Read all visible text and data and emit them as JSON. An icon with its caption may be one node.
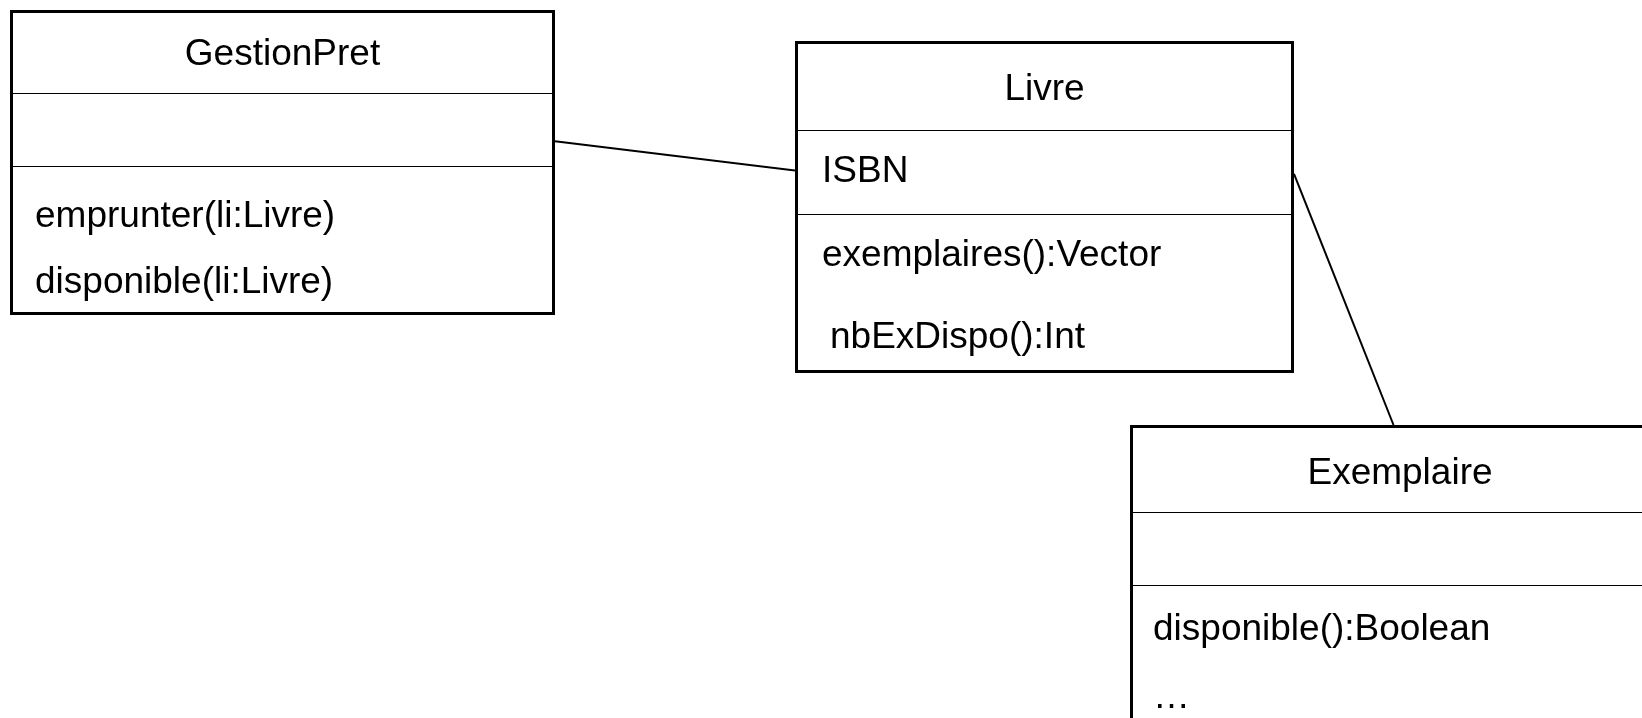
{
  "diagram": {
    "nodes": [
      {
        "text": [
          "GestionPret",
          "emprunter(li:Livre)",
          "disponible(li:Livre)"
        ]
      },
      {
        "text": [
          "Livre",
          "ISBN",
          "exemplaires():Vector",
          "nbExDispo():Int"
        ]
      },
      {
        "text": [
          "Exemplaire",
          "disponible():Boolean",
          "…"
        ]
      }
    ],
    "edges": [
      {
        "from": 0,
        "to": 1,
        "arrow": "none"
      },
      {
        "from": 1,
        "to": 2,
        "arrow": "none"
      }
    ]
  }
}
